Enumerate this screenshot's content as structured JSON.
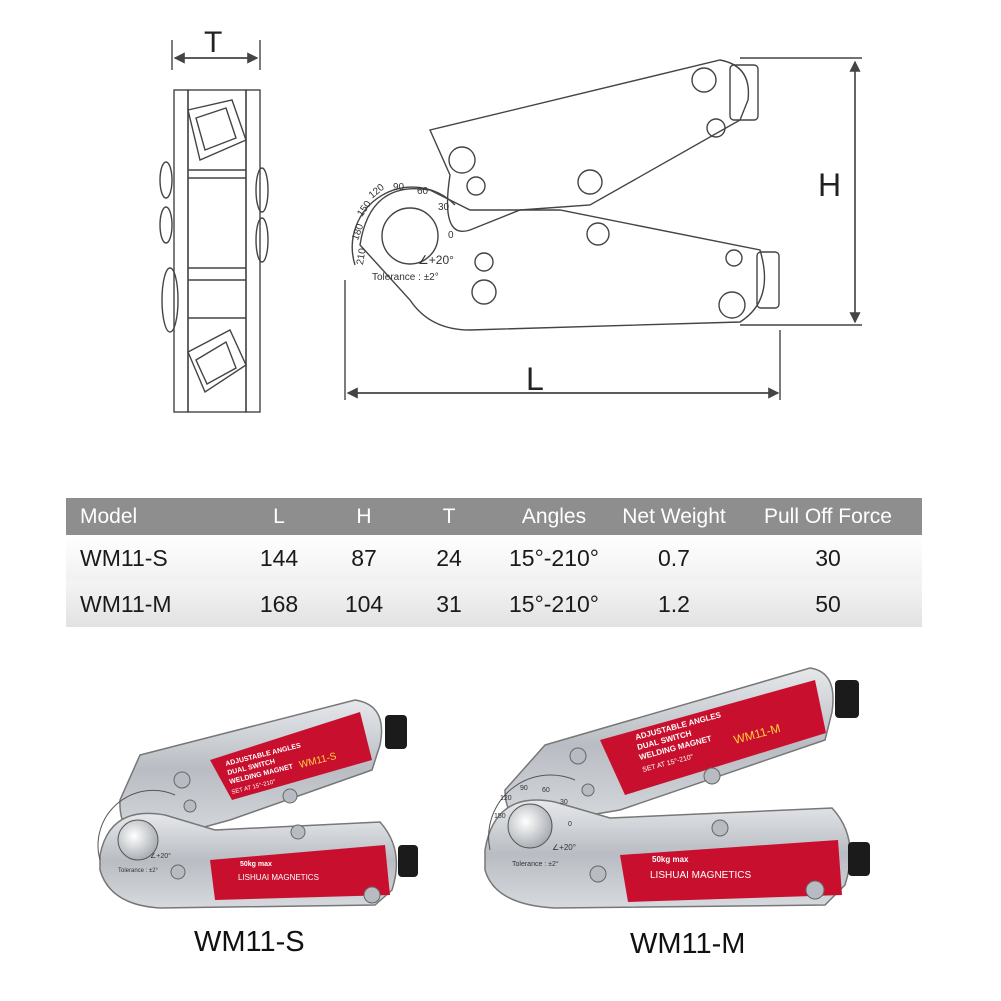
{
  "drawing": {
    "dim_t": "T",
    "dim_h": "H",
    "dim_l": "L",
    "protractor_ticks": [
      "210",
      "180",
      "150",
      "120",
      "90",
      "60",
      "30",
      "0"
    ],
    "angle_note": "∠+20°",
    "tolerance_note": "Tolerance : ±2°"
  },
  "table": {
    "headers": [
      "Model",
      "L",
      "H",
      "T",
      "Angles",
      "Net Weight",
      "Pull Off Force"
    ],
    "rows": [
      [
        "WM11-S",
        "144",
        "87",
        "24",
        "15°-210°",
        "0.7",
        "30"
      ],
      [
        "WM11-M",
        "168",
        "104",
        "31",
        "15°-210°",
        "1.2",
        "50"
      ]
    ]
  },
  "product_labels": {
    "top_label": [
      "ADJUSTABLE ANGLES",
      "DUAL SWITCH",
      "WELDING MAGNET"
    ],
    "set_at": "SET AT 15°-210°",
    "load": "50kg max",
    "brand": "LISHUAI MAGNETICS",
    "model_small": "WM11-S",
    "model_medium": "WM11-M",
    "photo_angle_note": "∠+20°",
    "photo_tolerance": "Tolerance : ±2°",
    "photo_ticks": [
      "150",
      "120",
      "90",
      "60",
      "30",
      "0"
    ]
  },
  "captions": {
    "small": "WM11-S",
    "medium": "WM11-M"
  },
  "colors": {
    "label_red": "#c8102e",
    "table_header": "#8e8e8e",
    "metal": "#c9ccd1"
  }
}
